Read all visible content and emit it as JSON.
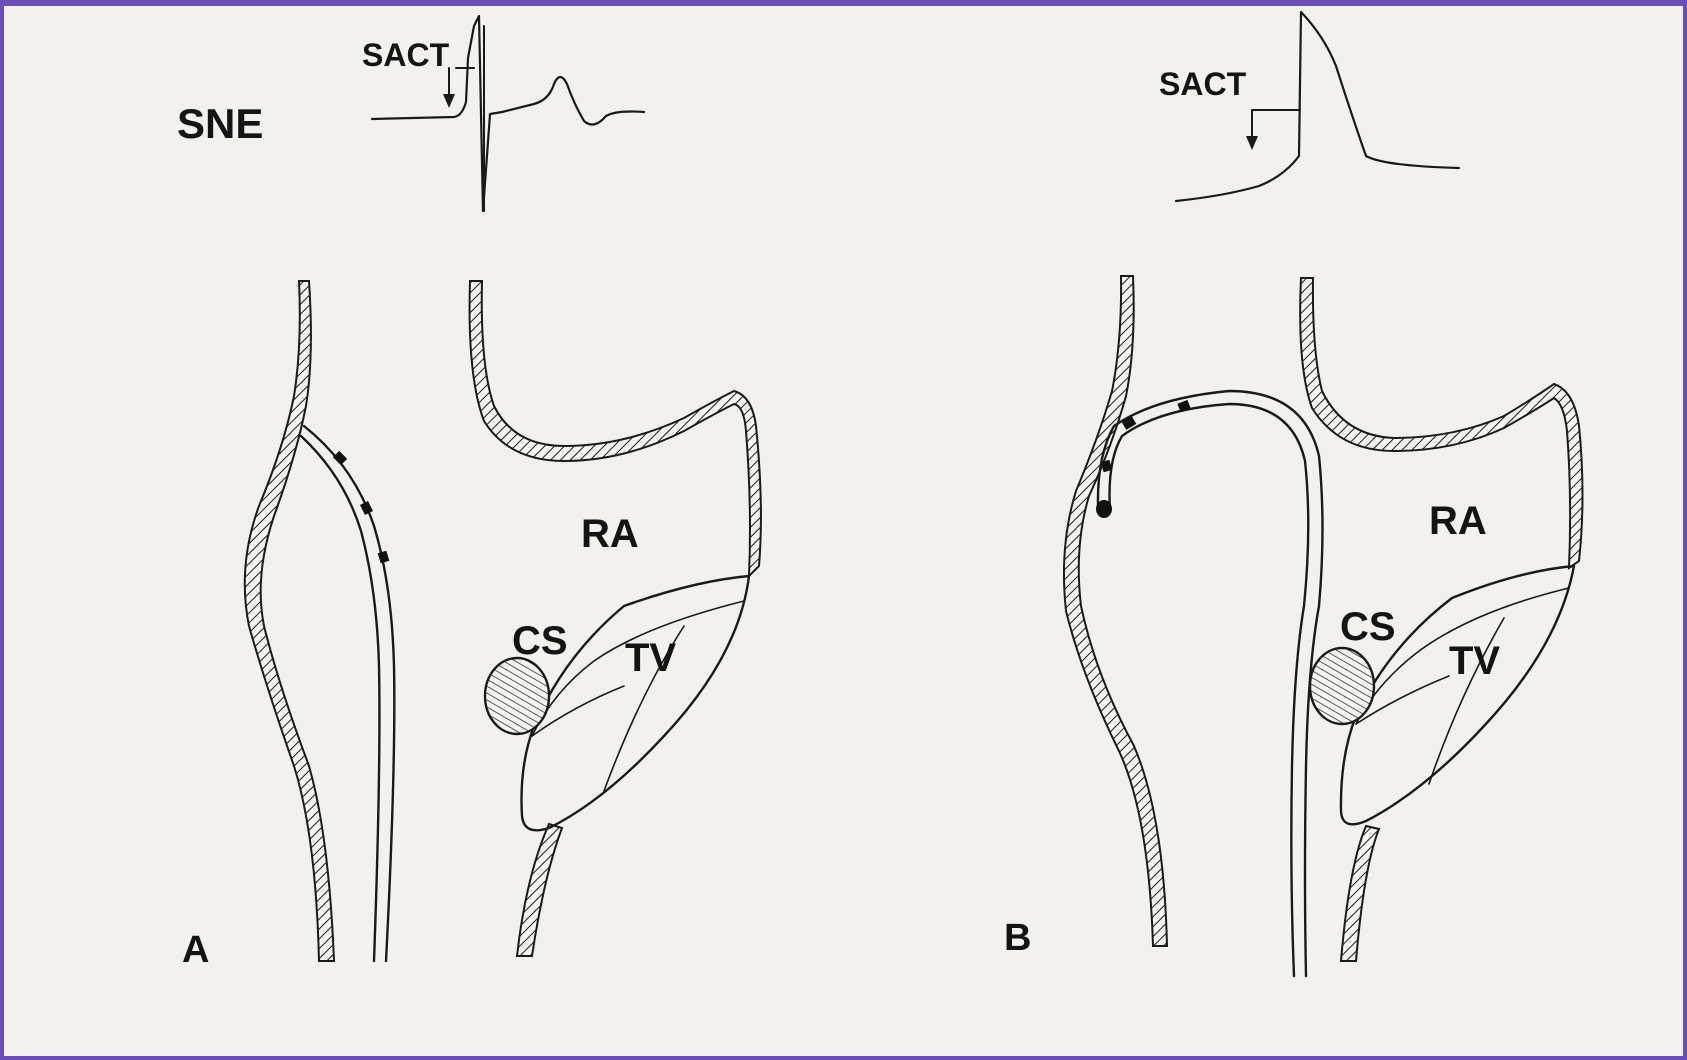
{
  "labels": {
    "sne": "SNE",
    "sact_a": "SACT",
    "sact_b": "SACT",
    "ra_a": "RA",
    "ra_b": "RA",
    "cs_a": "CS",
    "cs_b": "CS",
    "tv_a": "TV",
    "tv_b": "TV",
    "panel_a": "A",
    "panel_b": "B"
  },
  "colors": {
    "frame_border": "#6a4fb8",
    "paper": "#f2f1ee",
    "ink": "#1a1a1a"
  }
}
